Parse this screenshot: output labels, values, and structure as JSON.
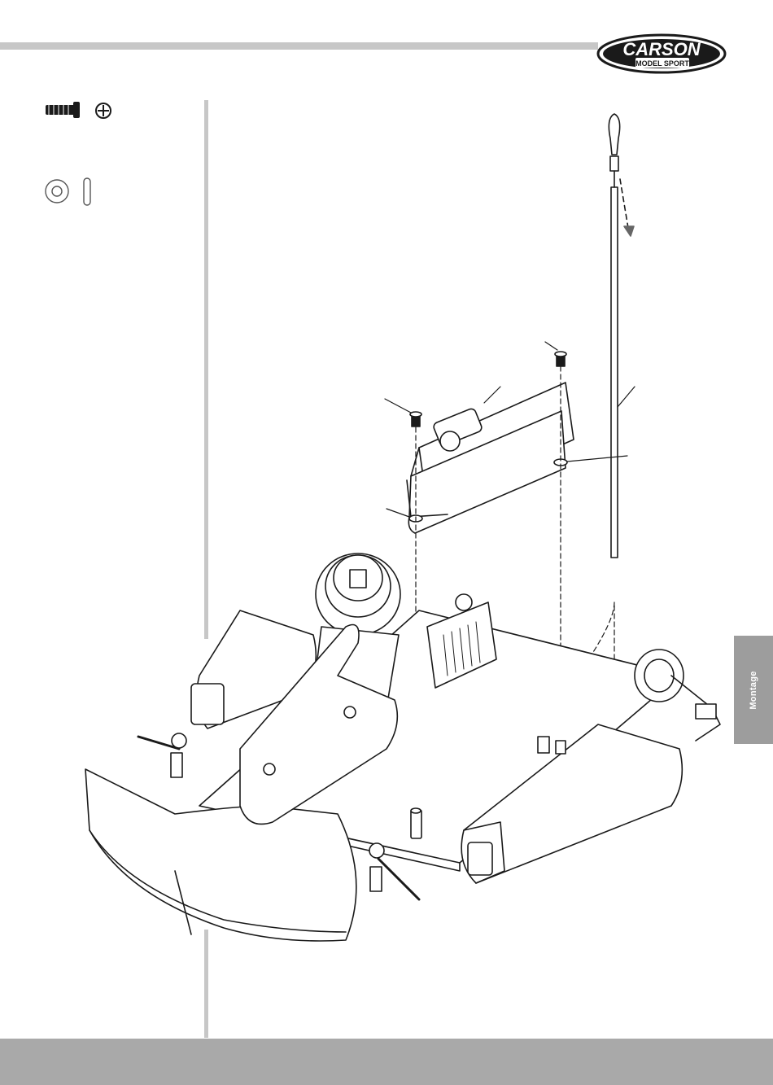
{
  "header": {
    "brand": "CARSON",
    "brand_sub": "MODEL SPORT"
  },
  "side_tab": {
    "label": "Montage"
  },
  "parts_legend": {
    "items": [
      "screw-icon",
      "phillips-head-icon",
      "washer-icon",
      "spacer-icon"
    ]
  },
  "colors": {
    "rule_gray": "#c7c7c7",
    "footer_gray": "#a9a9a9",
    "tab_gray": "#9d9d9d",
    "ink": "#1a1a1a"
  }
}
